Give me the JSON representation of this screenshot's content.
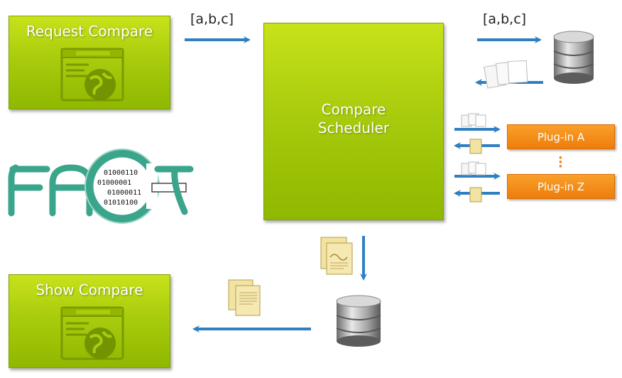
{
  "request_compare": {
    "label": "Request Compare"
  },
  "show_compare": {
    "label": "Show Compare"
  },
  "scheduler": {
    "line1": "Compare",
    "line2": "Scheduler"
  },
  "input_label_left": "[a,b,c]",
  "input_label_right": "[a,b,c]",
  "plugins": {
    "a": "Plug-in A",
    "z": "Plug-in Z"
  },
  "logo": {
    "text": "FACT",
    "binary": [
      "01000110",
      "01000001",
      "01000011",
      "01010100"
    ]
  },
  "colors": {
    "green": "#a9cc0d",
    "orange": "#ee7d0b",
    "arrow_blue": "#2f7fc1",
    "logo_teal": "#3aa58a"
  },
  "icons": [
    "browser-globe-icon",
    "database-icon",
    "document-stack-icon",
    "report-document-icon"
  ]
}
